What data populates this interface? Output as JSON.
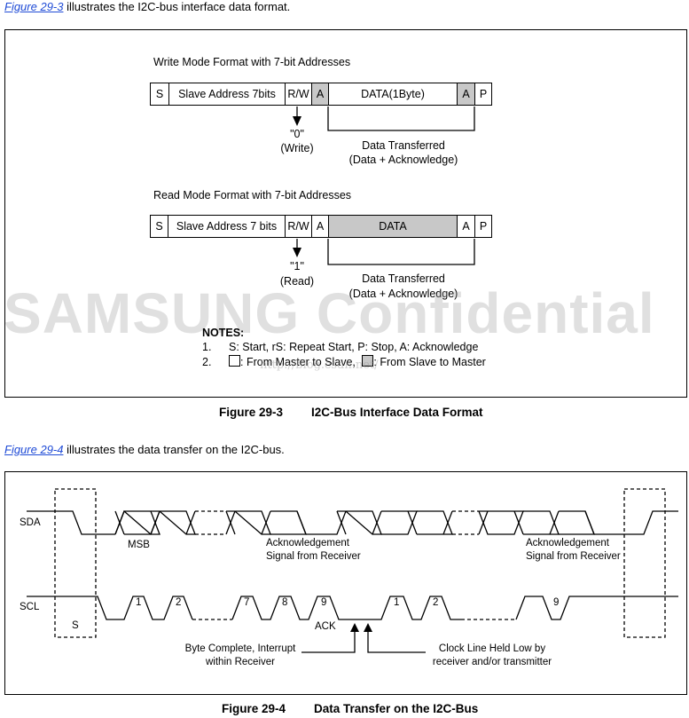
{
  "intro1": {
    "link": "Figure 29-3",
    "text": " illustrates the I2C-bus interface data format."
  },
  "figure1": {
    "write": {
      "title": "Write Mode Format with 7-bit Addresses",
      "cells": [
        "S",
        "Slave Address  7bits",
        "R/W",
        "A",
        "DATA(1Byte)",
        "A",
        "P"
      ],
      "rw_value": "\"0\"",
      "rw_meaning": "(Write)",
      "transfer_line1": "Data Transferred",
      "transfer_line2": "(Data + Acknowledge)"
    },
    "read": {
      "title": "Read Mode Format with 7-bit Addresses",
      "cells": [
        "S",
        "Slave Address  7 bits",
        "R/W",
        "A",
        "DATA",
        "A",
        "P"
      ],
      "rw_value": "\"1\"",
      "rw_meaning": "(Read)",
      "transfer_line1": "Data Transferred",
      "transfer_line2": "(Data + Acknowledge)"
    },
    "notes": {
      "heading": "NOTES:",
      "items": [
        {
          "num": "1.",
          "text": "S: Start, rS: Repeat Start, P: Stop, A: Acknowledge"
        },
        {
          "num": "2.",
          "white_text": ":  From Master to Slave,",
          "gray_text": ": From Slave to Master"
        }
      ]
    },
    "caption_num": "Figure 29-3",
    "caption_title": "I2C-Bus Interface Data Format"
  },
  "watermark": {
    "text": "SAMSUNG Confidential",
    "url": "http://blog.csdn.net/"
  },
  "intro2": {
    "link": "Figure 29-4",
    "text": " illustrates the data transfer on the I2C-bus."
  },
  "figure2": {
    "sda_label": "SDA",
    "scl_label": "SCL",
    "msb": "MSB",
    "ack_signal_1_line1": "Acknowledgement",
    "ack_signal_1_line2": "Signal from Receiver",
    "ack_signal_2_line1": "Acknowledgement",
    "ack_signal_2_line2": "Signal from Receiver",
    "start": "S",
    "pulse_labels_1": [
      "1",
      "2",
      "7",
      "8",
      "9"
    ],
    "pulse_labels_2": [
      "1",
      "2",
      "9"
    ],
    "ack": "ACK",
    "byte_complete_line1": "Byte Complete, Interrupt",
    "byte_complete_line2": "within Receiver",
    "clock_held_line1": "Clock Line Held Low by",
    "clock_held_line2": "receiver and/or transmitter",
    "caption_num": "Figure 29-4",
    "caption_title": "Data Transfer on the I2C-Bus"
  },
  "colors": {
    "link": "#1f4bd6",
    "gray_field": "#c8c8c8"
  }
}
